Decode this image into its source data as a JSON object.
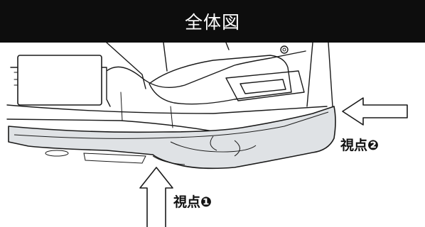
{
  "header": {
    "title": "全体図"
  },
  "labels": {
    "view1": "視点❶",
    "view2": "視点❷"
  },
  "colors": {
    "header_bg": "#0d0d0d",
    "header_text": "#ffffff",
    "line": "#1a1a1a",
    "spoiler_fill": "#dfe2e5",
    "body_fill": "#ffffff"
  },
  "icons": {
    "arrow_view1": "arrow-up-icon",
    "arrow_view2": "arrow-left-icon"
  }
}
